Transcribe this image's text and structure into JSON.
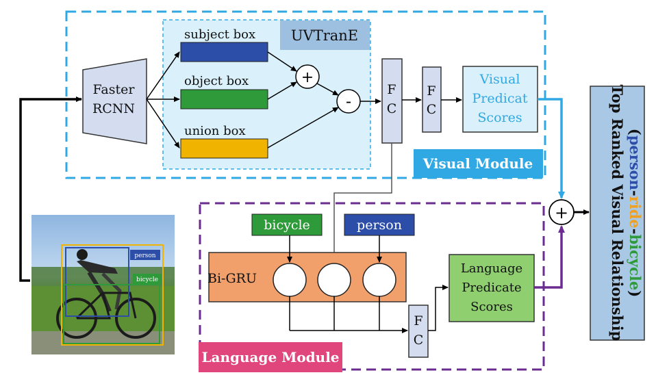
{
  "frames": {
    "visual_module": "Visual Module",
    "language_module": "Language Module",
    "uvtrane": "UVTranE"
  },
  "faster_rcnn": {
    "line1": "Faster",
    "line2": "RCNN"
  },
  "boxes": {
    "subject": "subject box",
    "object": "object box",
    "union": "union box"
  },
  "operators": {
    "plus": "+",
    "minus": "-",
    "final_plus": "+"
  },
  "fc": {
    "fc1": {
      "line1": "F",
      "line2": "C"
    },
    "fc2": {
      "line1": "F",
      "line2": "C"
    },
    "fc3": {
      "line1": "F",
      "line2": "C"
    }
  },
  "visual_scores": {
    "line1": "Visual",
    "line2": "Predicat",
    "line3": "Scores"
  },
  "language": {
    "bicycle_label": "bicycle",
    "person_label": "person",
    "bigru_label": "Bi-GRU",
    "scores": {
      "line1": "Language",
      "line2": "Predicate",
      "line3": "Scores"
    }
  },
  "photo": {
    "person_tag": "person",
    "bicycle_tag": "bicycle"
  },
  "output": {
    "line1": "Top Ranked Visual Relationship",
    "open_paren": "(",
    "word_person": "person",
    "dash1": "-",
    "word_ride": "ride",
    "dash2": "-",
    "word_bicycle": "bicycle",
    "close_paren": ")"
  },
  "colors": {
    "visual_blue": "#2fa8e4",
    "language_purple": "#6b2c91",
    "language_pink": "#e0457b",
    "subject_blue": "#2c4da8",
    "object_green": "#2f9a3a",
    "union_yellow": "#f0b400",
    "bigru_orange": "#f2a06b",
    "score_green": "#8fcf6f",
    "fc_fill": "#d4dcef",
    "uvtrane_bg": "#daf0fa",
    "output_bg": "#a9c8e6",
    "ride_orange": "#f0a020"
  }
}
